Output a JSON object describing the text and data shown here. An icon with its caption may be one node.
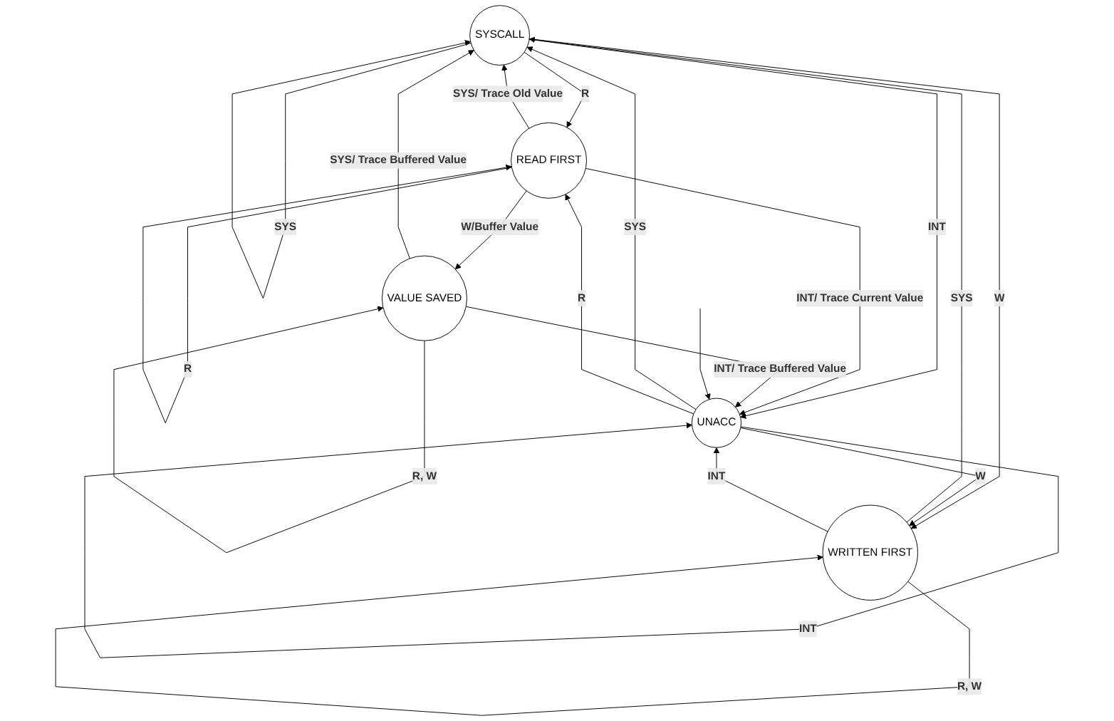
{
  "diagram": {
    "nodes": [
      {
        "text": [
          "SYSCALL"
        ]
      },
      {
        "text": [
          "READ FIRST"
        ]
      },
      {
        "text": [
          "WRITTEN FIRST"
        ]
      },
      {
        "text": [
          "VALUE SAVED"
        ]
      },
      {
        "text": [
          "UNACC"
        ]
      }
    ],
    "edges": [
      {
        "from": 0,
        "to": 0,
        "arrow": "to",
        "label": "SYS"
      },
      {
        "from": 0,
        "to": 1,
        "arrow": "to",
        "label": "R"
      },
      {
        "from": 1,
        "to": 0,
        "arrow": "to",
        "label": "SYS/ Trace Old Value"
      },
      {
        "from": 3,
        "to": 0,
        "arrow": "to",
        "label": "SYS/ Trace Buffered Value"
      },
      {
        "from": 1,
        "to": 1,
        "arrow": "to",
        "label": "R"
      },
      {
        "from": 0,
        "to": 2,
        "arrow": "to",
        "label": "W"
      },
      {
        "from": 2,
        "to": 0,
        "arrow": "to",
        "label": "SYS"
      },
      {
        "from": 4,
        "to": 0,
        "arrow": "to",
        "label": "SYS"
      },
      {
        "from": 0,
        "to": 4,
        "arrow": "to",
        "label": "INT"
      },
      {
        "from": 1,
        "to": 4,
        "arrow": "to",
        "label": "INT/ Trace Current Value"
      },
      {
        "from": 4,
        "to": 1,
        "arrow": "to",
        "label": "R"
      },
      {
        "from": 1,
        "to": 3,
        "arrow": "to",
        "label": "W/Buffer Value"
      },
      {
        "from": 3,
        "to": 3,
        "arrow": "to",
        "label": "R, W"
      },
      {
        "from": 2,
        "to": 2,
        "arrow": "to",
        "label": "R, W"
      },
      {
        "from": 4,
        "to": 2,
        "arrow": "to",
        "label": "W"
      },
      {
        "from": 2,
        "to": 4,
        "arrow": "to",
        "label": "INT"
      },
      {
        "from": 3,
        "to": 4,
        "arrow": "to",
        "label": "INT/ Trace Buffered Value"
      },
      {
        "from": 4,
        "to": 4,
        "arrow": "to",
        "label": "INT"
      },
      {
        "from": null,
        "to": 4,
        "arrow": "to"
      }
    ]
  }
}
